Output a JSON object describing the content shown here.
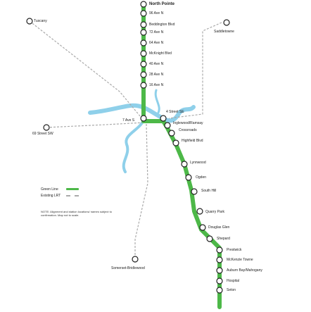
{
  "colors": {
    "green_line": "#4db848",
    "existing_lrt": "#aaaaaa",
    "river": "#8fd0ea",
    "station_stroke": "#222222",
    "station_fill": "#ffffff"
  },
  "legend": {
    "green_line_label": "Green Line",
    "existing_lrt_label": "Existing LRT"
  },
  "note": "NOTE: Alignment and station locations/ names subject to confirmation. Map not to scale.",
  "stations_north": [
    "North Pointe",
    "96 Ave N",
    "Beddington Blvd",
    "72 Ave N",
    "64 Ave N",
    "McKnight Blvd",
    "40 Ave N",
    "28 Ave N",
    "16 Ave N"
  ],
  "stations_south": [
    "4 Street SE",
    "Inglewood/Ramsay",
    "Crossroads",
    "Highfield Blvd",
    "Lynnwood",
    "Ogden",
    "South Hill",
    "Quarry Park",
    "Douglas Glen",
    "Shepard",
    "Prestwick",
    "McKenzie Towne",
    "Auburn Bay/Mahogany",
    "Hospital",
    "Seton"
  ],
  "downtown": {
    "label": "7 Ave S"
  },
  "existing_stations": [
    "Tuscany",
    "Saddletowne",
    "69 Street SW",
    "Somerset-Bridlewood"
  ]
}
